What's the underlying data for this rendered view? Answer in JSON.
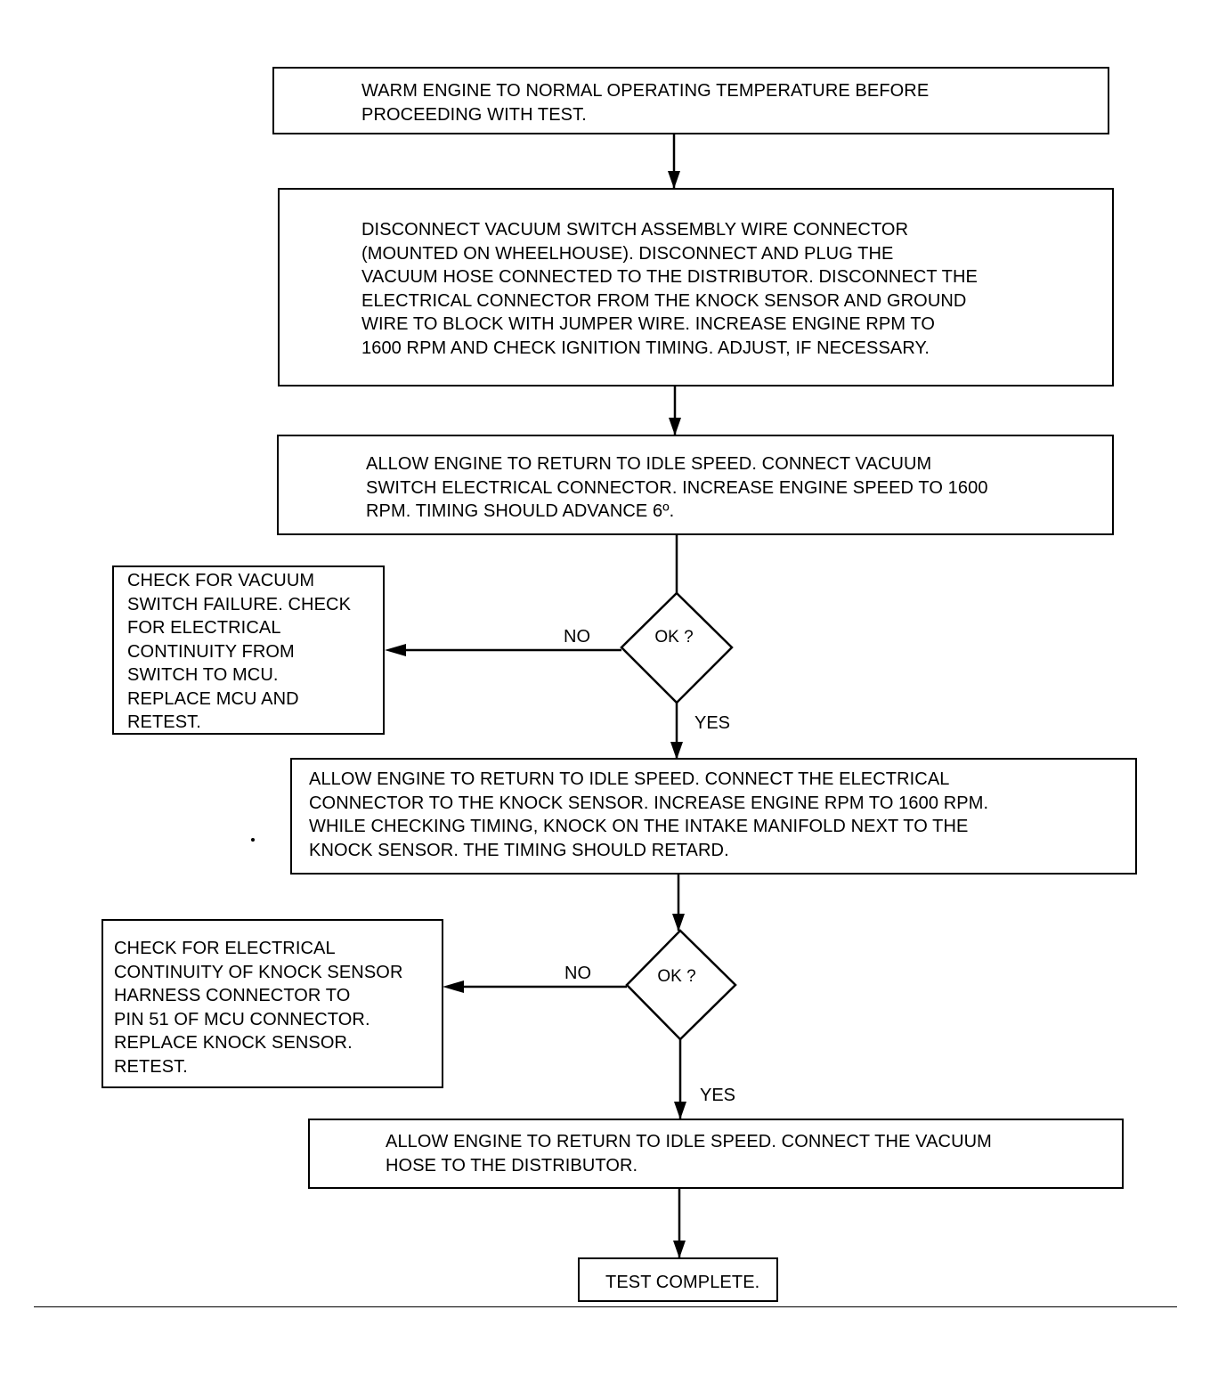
{
  "steps": {
    "warm": "WARM ENGINE TO NORMAL OPERATING TEMPERATURE BEFORE\nPROCEEDING WITH TEST.",
    "disconnect": "DISCONNECT VACUUM SWITCH ASSEMBLY WIRE CONNECTOR\n(MOUNTED ON WHEELHOUSE). DISCONNECT AND PLUG THE\nVACUUM HOSE CONNECTED TO THE DISTRIBUTOR. DISCONNECT THE\nELECTRICAL CONNECTOR FROM THE KNOCK SENSOR AND GROUND\nWIRE TO BLOCK WITH JUMPER WIRE. INCREASE ENGINE RPM TO\n1600 RPM AND CHECK IGNITION TIMING. ADJUST, IF NECESSARY.",
    "vacuum_switch": "ALLOW ENGINE TO RETURN TO IDLE SPEED. CONNECT VACUUM\nSWITCH ELECTRICAL CONNECTOR. INCREASE ENGINE SPEED TO 1600\nRPM. TIMING SHOULD ADVANCE 6º.",
    "knock_sensor": "ALLOW ENGINE TO RETURN TO IDLE SPEED. CONNECT THE ELECTRICAL\nCONNECTOR TO THE KNOCK SENSOR. INCREASE ENGINE RPM TO 1600 RPM.\nWHILE CHECKING TIMING, KNOCK ON THE INTAKE MANIFOLD NEXT TO THE\nKNOCK SENSOR. THE TIMING SHOULD RETARD.",
    "vacuum_hose": "ALLOW ENGINE TO RETURN TO IDLE SPEED. CONNECT THE VACUUM\nHOSE TO THE DISTRIBUTOR.",
    "complete": "TEST COMPLETE."
  },
  "failures": {
    "vacuum_switch": "CHECK FOR VACUUM\nSWITCH FAILURE. CHECK\nFOR ELECTRICAL\nCONTINUITY FROM\nSWITCH TO MCU.\nREPLACE MCU AND\nRETEST.",
    "knock_sensor": "CHECK FOR ELECTRICAL\nCONTINUITY OF KNOCK SENSOR\nHARNESS CONNECTOR TO\nPIN 51 OF MCU CONNECTOR.\nREPLACE KNOCK SENSOR.\nRETEST."
  },
  "decisions": {
    "first": {
      "question": "OK\n?",
      "no": "NO",
      "yes": "YES"
    },
    "second": {
      "question": "OK\n?",
      "no": "NO",
      "yes": "YES"
    }
  }
}
